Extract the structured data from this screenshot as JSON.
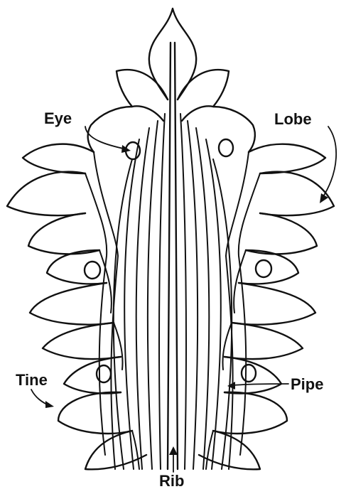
{
  "labels": {
    "eye": "Eye",
    "lobe": "Lobe",
    "tine": "Tine",
    "pipe": "Pipe",
    "rib": "Rib"
  },
  "colors": {
    "line": "#111111",
    "background": "#ffffff"
  }
}
